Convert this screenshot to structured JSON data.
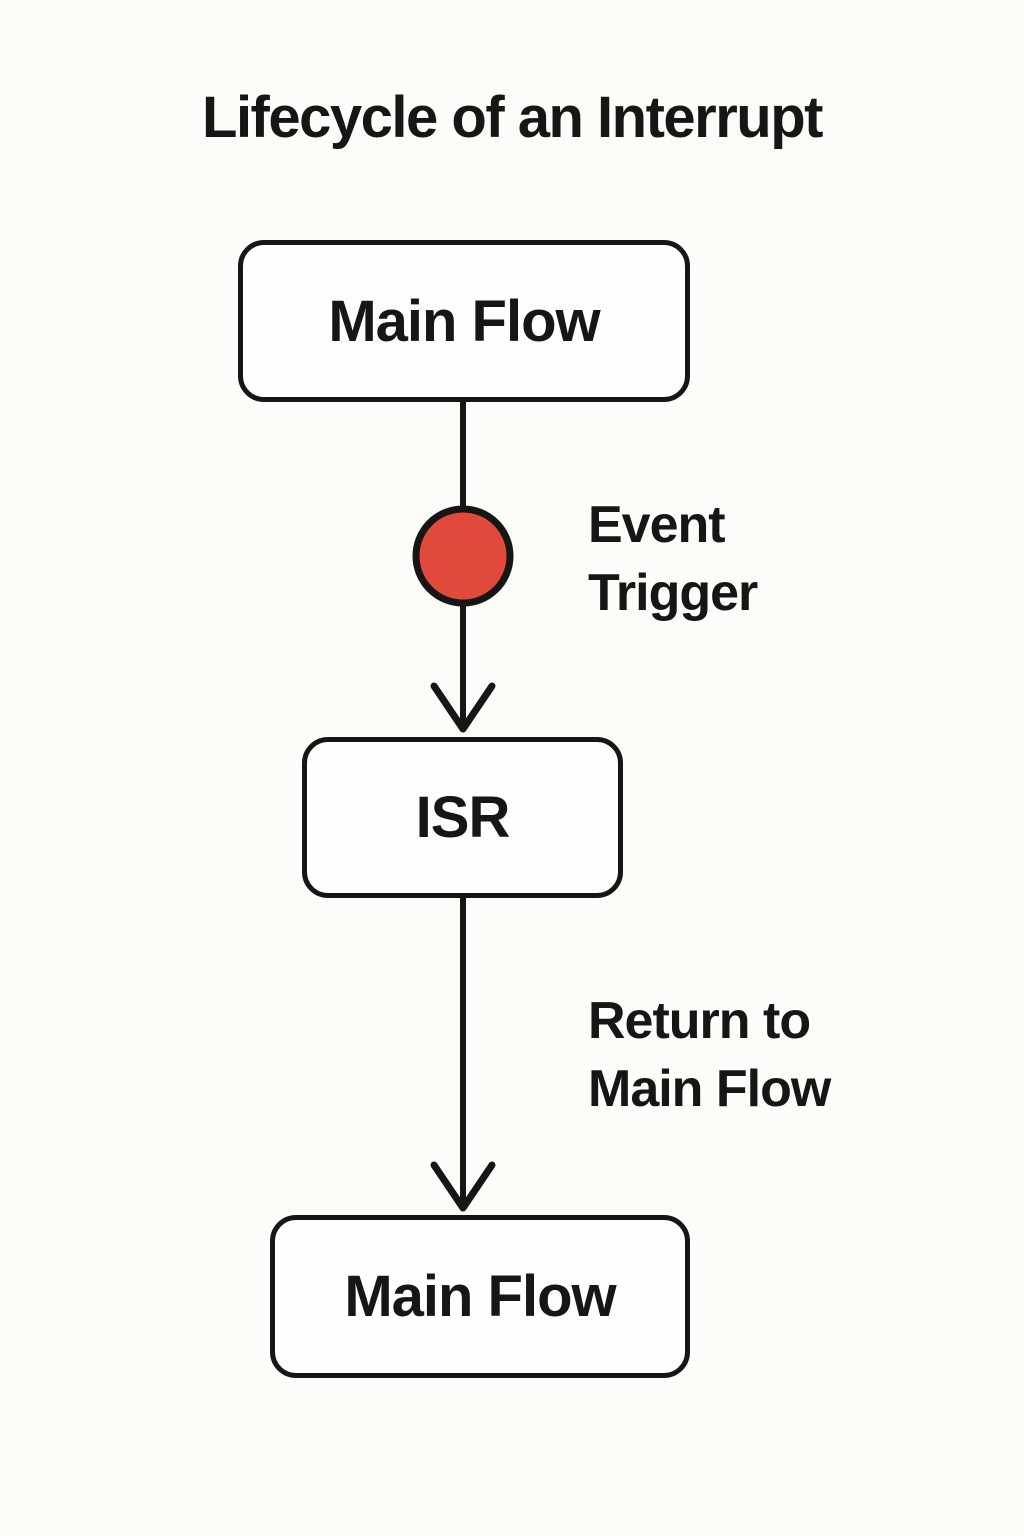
{
  "title": "Lifecycle of an Interrupt",
  "colors": {
    "background": "#FCFCF9",
    "ink": "#161616",
    "box_fill": "#FEFEFC",
    "event_red": "#E2493D"
  },
  "nodes": {
    "main_flow_top": {
      "label": "Main Flow"
    },
    "isr": {
      "label": "ISR"
    },
    "main_flow_bottom": {
      "label": "Main Flow"
    }
  },
  "annotations": {
    "event_trigger": "Event\nTrigger",
    "return_to_main_flow": "Return to\nMain Flow"
  }
}
